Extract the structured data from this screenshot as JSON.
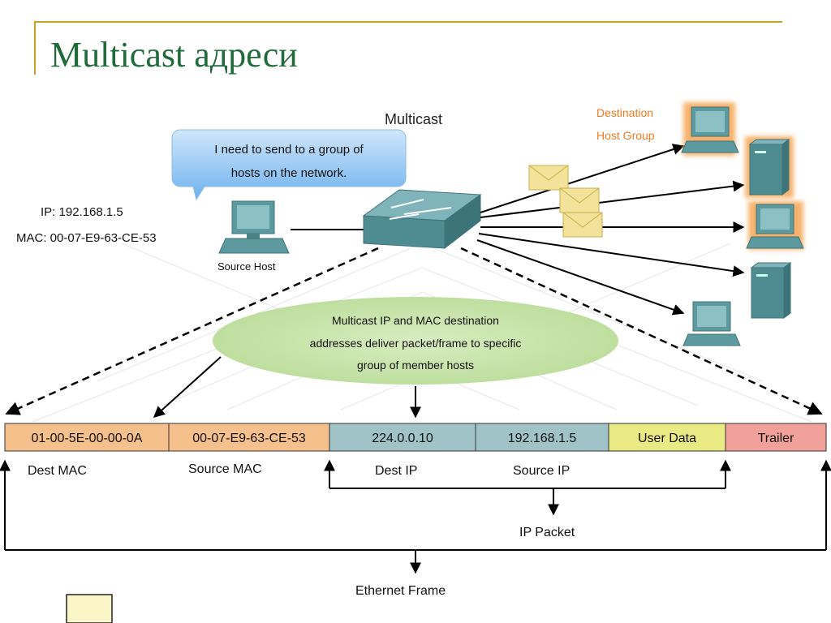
{
  "slide": {
    "title": "Multicast адреси"
  },
  "diagram": {
    "heading": "Multicast",
    "speech_bubble": [
      "I need to send to a group of",
      "hosts on the network."
    ],
    "source_host": {
      "ip": "IP: 192.168.1.5",
      "mac": "MAC: 00-07-E9-63-CE-53",
      "label": "Source Host"
    },
    "destination_group": [
      "Destination",
      "Host Group"
    ],
    "ellipse_text": [
      "Multicast IP and MAC destination",
      "addresses deliver packet/frame to specific",
      "group of member hosts"
    ],
    "frame_fields": [
      {
        "value": "01-00-5E-00-00-0A",
        "color": "#f5c08c"
      },
      {
        "value": "00-07-E9-63-CE-53",
        "color": "#f5c08c"
      },
      {
        "value": "224.0.0.10",
        "color": "#9fc3c6"
      },
      {
        "value": "192.168.1.5",
        "color": "#9fc3c6"
      },
      {
        "value": "User Data",
        "color": "#eaea84"
      },
      {
        "value": "Trailer",
        "color": "#f2a09a"
      }
    ],
    "field_labels": {
      "dest_mac": "Dest MAC",
      "source_mac": "Source MAC",
      "dest_ip": "Dest IP",
      "source_ip": "Source IP"
    },
    "ip_packet": "IP Packet",
    "ethernet_frame": "Ethernet Frame"
  }
}
